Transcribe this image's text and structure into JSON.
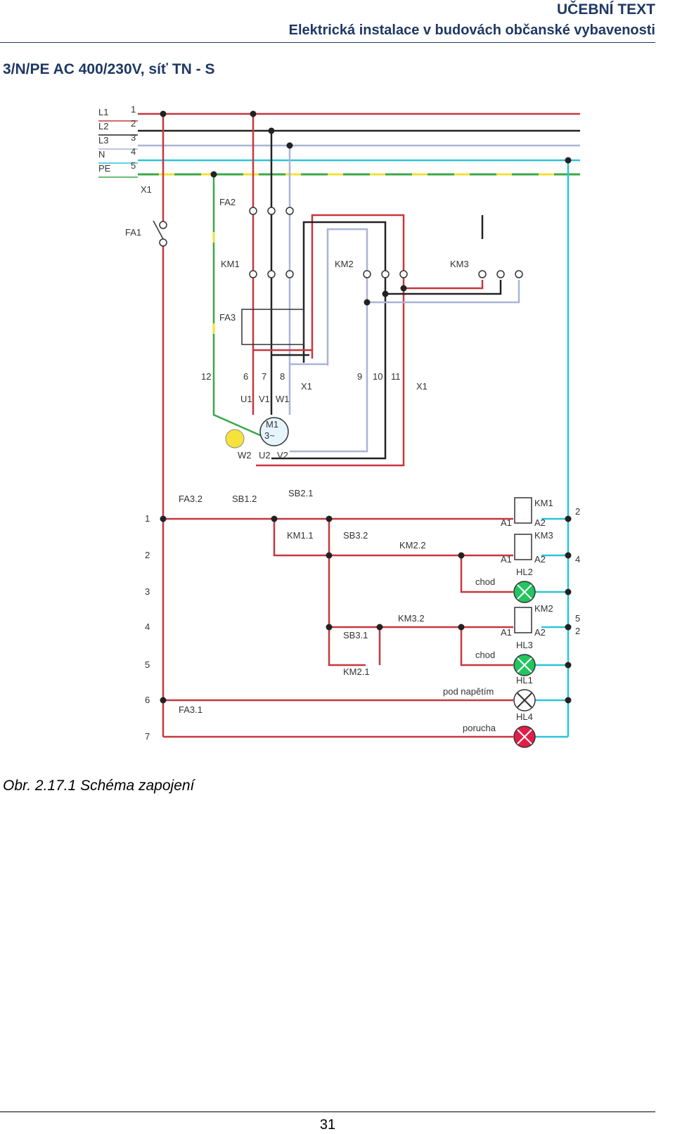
{
  "header": {
    "title": "UČEBNÍ TEXT",
    "subtitle": "Elektrická instalace v budovách občanské vybavenosti"
  },
  "supply_label": "3/N/PE AC 400/230V, síť TN - S",
  "schematic": {
    "conductors": [
      "L1",
      "L2",
      "L3",
      "N",
      "PE"
    ],
    "terminal_numbers": [
      "1",
      "2",
      "3",
      "4",
      "5"
    ],
    "terminal_block": "X1",
    "motor_terminal_numbers": [
      "12",
      "6",
      "7",
      "8",
      "9",
      "10",
      "11"
    ],
    "motor_terminal_names": [
      "U1",
      "V1",
      "W1",
      "W2",
      "U2",
      "V2"
    ],
    "motor_name": "M1",
    "motor_type": "3~",
    "devices": [
      "FA1",
      "FA2",
      "FA3",
      "KM1",
      "KM2",
      "KM3"
    ],
    "row_numbers": [
      "1",
      "2",
      "3",
      "4",
      "5",
      "6",
      "7"
    ],
    "control_labels": [
      "FA3.2",
      "SB1.2",
      "SB2.1",
      "KM1.1",
      "SB3.2",
      "KM2.2",
      "SB3.1",
      "KM3.2",
      "KM2.1",
      "FA3.1"
    ],
    "coil_labels": [
      "KM1",
      "KM3",
      "KM2"
    ],
    "coil_terminals": [
      "A1",
      "A2"
    ],
    "lamps": [
      "HL2",
      "HL3",
      "HL1",
      "HL4"
    ],
    "lamp_texts": [
      "chod",
      "chod",
      "pod napětím",
      "porucha"
    ],
    "side_refs": [
      "2",
      "4",
      "5",
      "2"
    ],
    "colors": {
      "L1": "#c8373f",
      "L2": "#222222",
      "L3": "#aab4d6",
      "N": "#2ec4d8",
      "PE_green": "#3aa84a",
      "PE_yellow": "#f2e03a",
      "lamp_green": "#22c55e",
      "lamp_red": "#e11d48",
      "pe_symbol": "#f5e33b"
    }
  },
  "caption": "Obr. 2.17.1 Schéma zapojení",
  "page_number": "31"
}
